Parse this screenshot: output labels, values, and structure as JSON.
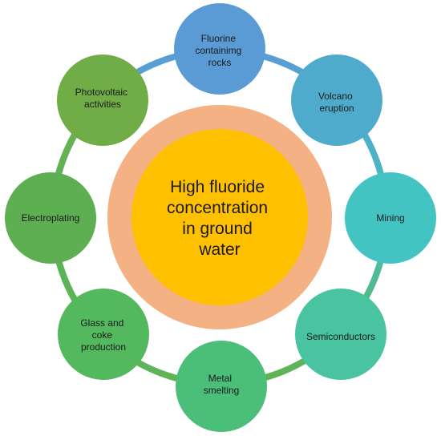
{
  "center": {
    "lines": [
      "High fluoride",
      "concentration",
      "in ground",
      "water"
    ],
    "core_color": "#FFC000",
    "ring_color": "#F4B183"
  },
  "nodes": [
    {
      "id": "fluorine-rocks",
      "lines": [
        "Fluorine",
        "containimg",
        "rocks"
      ],
      "color": "#5B9BD5"
    },
    {
      "id": "volcano-eruption",
      "lines": [
        "Volcano",
        "eruption"
      ],
      "color": "#4FABCB"
    },
    {
      "id": "mining",
      "lines": [
        "Mining"
      ],
      "color": "#44C3C3"
    },
    {
      "id": "semiconductors",
      "lines": [
        "Semiconductors"
      ],
      "color": "#4AC4A0"
    },
    {
      "id": "metal-smelting",
      "lines": [
        "Metal",
        "smelting"
      ],
      "color": "#4BBE7A"
    },
    {
      "id": "glass-coke",
      "lines": [
        "Glass and",
        "coke",
        "production"
      ],
      "color": "#54B85E"
    },
    {
      "id": "electroplating",
      "lines": [
        "Electroplating"
      ],
      "color": "#5DAF52"
    },
    {
      "id": "photovoltaic",
      "lines": [
        "Photovoltaic",
        "activities"
      ],
      "color": "#70AD47"
    }
  ]
}
